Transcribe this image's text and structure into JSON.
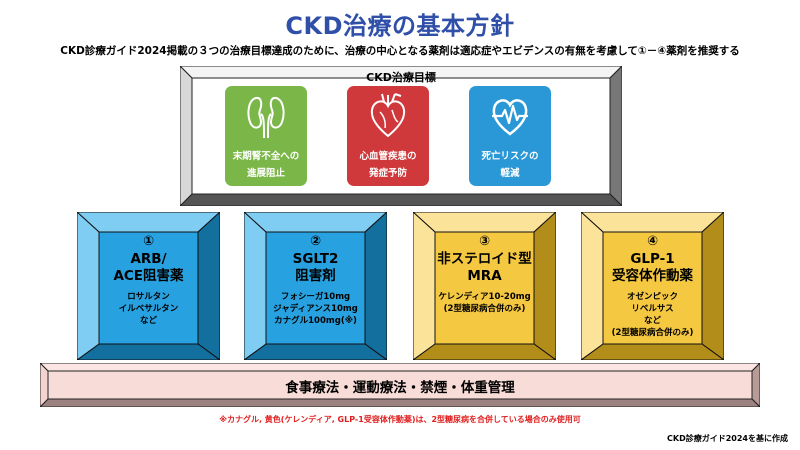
{
  "title": "CKD治療の基本方針",
  "subtitle": "CKD診療ガイド2024掲載の３つの治療目標達成のために、治療の中心となる薬剤は適応症やエビデンスの有無を考慮して①－④薬剤を推奨する",
  "goals": {
    "label": "CKD治療目標",
    "items": [
      {
        "line1": "末期腎不全への",
        "line2": "進展阻止",
        "icon": "kidney-icon",
        "color": "#7ab648"
      },
      {
        "line1": "心血管疾患の",
        "line2": "発症予防",
        "icon": "heart-icon",
        "color": "#d0393b"
      },
      {
        "line1": "死亡リスクの",
        "line2": "軽減",
        "icon": "heartbeat-icon",
        "color": "#2a97d6"
      }
    ]
  },
  "drugs": [
    {
      "num": "①",
      "name": "ARB/\nACE阻害薬",
      "examples": "ロサルタン\nイルベサルタン\nなど",
      "color": "#27a1df",
      "light": "#7fcdf2",
      "dark": "#126f9e"
    },
    {
      "num": "②",
      "name": "SGLT2\n阻害剤",
      "examples": "フォシーガ10mg\nジャディアンス10mg\nカナグル100mg(※)",
      "color": "#27a1df",
      "light": "#7fcdf2",
      "dark": "#126f9e"
    },
    {
      "num": "③",
      "name": "非ステロイド型\nMRA",
      "examples": "ケレンディア10-20mg\n(2型糖尿病合併のみ)",
      "color": "#f5c842",
      "light": "#fbe39a",
      "dark": "#b38d1a"
    },
    {
      "num": "④",
      "name": "GLP-1\n受容体作動薬",
      "examples": "オゼンピック\nリベルサス\nなど\n(2型糖尿病合併のみ)",
      "color": "#f5c842",
      "light": "#fbe39a",
      "dark": "#b38d1a"
    }
  ],
  "lifestyle": "食事療法・運動療法・禁煙・体重管理",
  "footnote": "※カナグル, 黄色(ケレンディア, GLP-1受容体作動薬)は、2型糖尿病を合併している場合のみ使用可",
  "source": "CKD診療ガイド2024を基に作成"
}
